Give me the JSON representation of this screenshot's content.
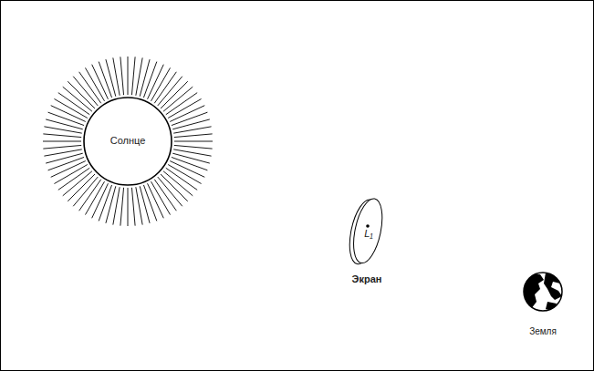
{
  "diagram": {
    "nodes": [
      {
        "text": [
          "Солнце"
        ]
      },
      {
        "text": [
          "L₁",
          "Экран"
        ]
      },
      {
        "text": [
          "Земля"
        ]
      }
    ]
  }
}
